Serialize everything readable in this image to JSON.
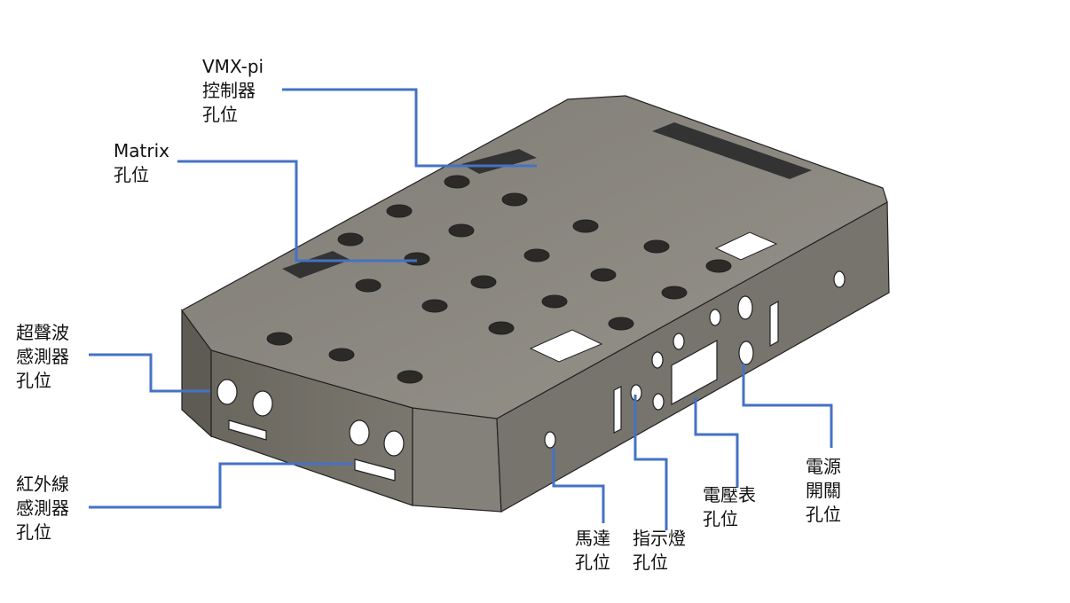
{
  "colors": {
    "callout": "#4472C4",
    "chassis_top": "#8a877f",
    "chassis_side": "#6e6b64",
    "edge": "#222222"
  },
  "labels": {
    "vmx": [
      "VMX-pi",
      "控制器",
      "孔位"
    ],
    "matrix": [
      "Matrix",
      "孔位"
    ],
    "ultrasonic": [
      "超聲波",
      "感測器",
      "孔位"
    ],
    "infrared": [
      "紅外線",
      "感測器",
      "孔位"
    ],
    "motor": [
      "馬達",
      "孔位"
    ],
    "indicator": [
      "指示燈",
      "孔位"
    ],
    "voltmeter": [
      "電壓表",
      "孔位"
    ],
    "power_switch": [
      "電源",
      "開關",
      "孔位"
    ]
  }
}
